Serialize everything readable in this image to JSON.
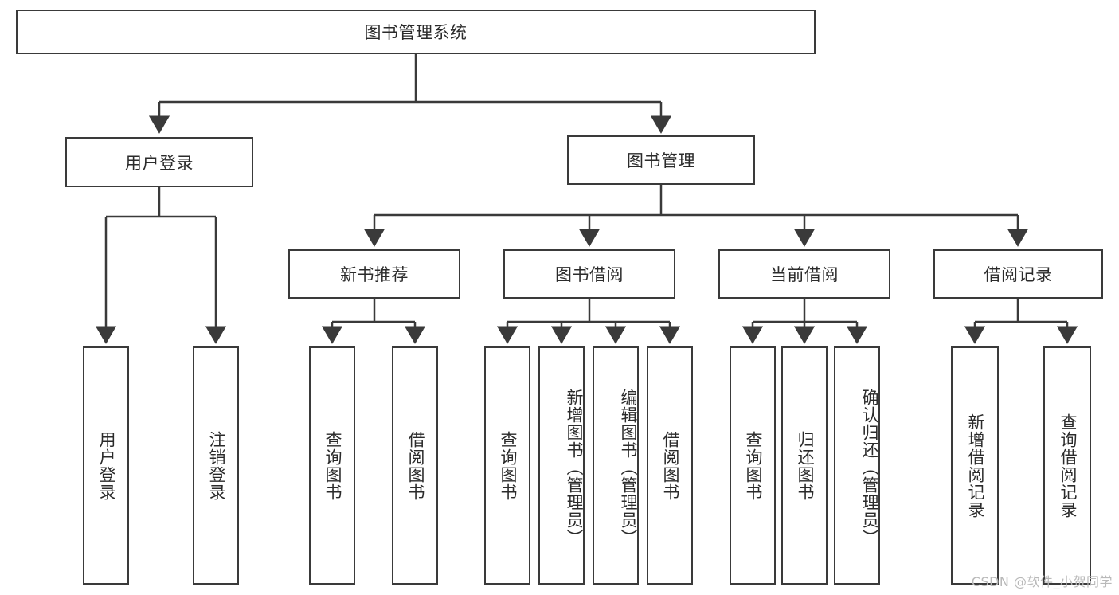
{
  "diagram": {
    "type": "tree",
    "title": "图书管理系统",
    "watermark": "CSDN @软件_小贺同学",
    "colors": {
      "background": "#ffffff",
      "stroke": "#3a3a3a",
      "text": "#2b2b2b",
      "watermark": "#b9b9b9"
    },
    "nodes": {
      "root": {
        "label": "图书管理系统",
        "level": 1
      },
      "level2": [
        {
          "id": "user-login",
          "label": "用户登录"
        },
        {
          "id": "book-manage",
          "label": "图书管理"
        }
      ],
      "level3": [
        {
          "id": "new-book-recommend",
          "label": "新书推荐",
          "parent": "book-manage"
        },
        {
          "id": "book-borrow",
          "label": "图书借阅",
          "parent": "book-manage"
        },
        {
          "id": "current-borrow",
          "label": "当前借阅",
          "parent": "book-manage"
        },
        {
          "id": "borrow-record",
          "label": "借阅记录",
          "parent": "book-manage"
        }
      ],
      "leaves": {
        "user-login": [
          {
            "id": "leaf-user-login",
            "label": "用户登录"
          },
          {
            "id": "leaf-user-logout",
            "label": "注销登录"
          }
        ],
        "new-book-recommend": [
          {
            "id": "leaf-query-book-1",
            "label": "查询图书"
          },
          {
            "id": "leaf-borrow-book-1",
            "label": "借阅图书"
          }
        ],
        "book-borrow": [
          {
            "id": "leaf-query-book-2",
            "label": "查询图书"
          },
          {
            "id": "leaf-add-book",
            "label": "新增图书（管理员）"
          },
          {
            "id": "leaf-edit-book",
            "label": "编辑图书（管理员）"
          },
          {
            "id": "leaf-borrow-book-2",
            "label": "借阅图书"
          }
        ],
        "current-borrow": [
          {
            "id": "leaf-query-book-3",
            "label": "查询图书"
          },
          {
            "id": "leaf-return-book",
            "label": "归还图书"
          },
          {
            "id": "leaf-confirm-return",
            "label": "确认归还（管理员）"
          }
        ],
        "borrow-record": [
          {
            "id": "leaf-add-record",
            "label": "新增借阅记录"
          },
          {
            "id": "leaf-query-record",
            "label": "查询借阅记录"
          }
        ]
      }
    }
  }
}
